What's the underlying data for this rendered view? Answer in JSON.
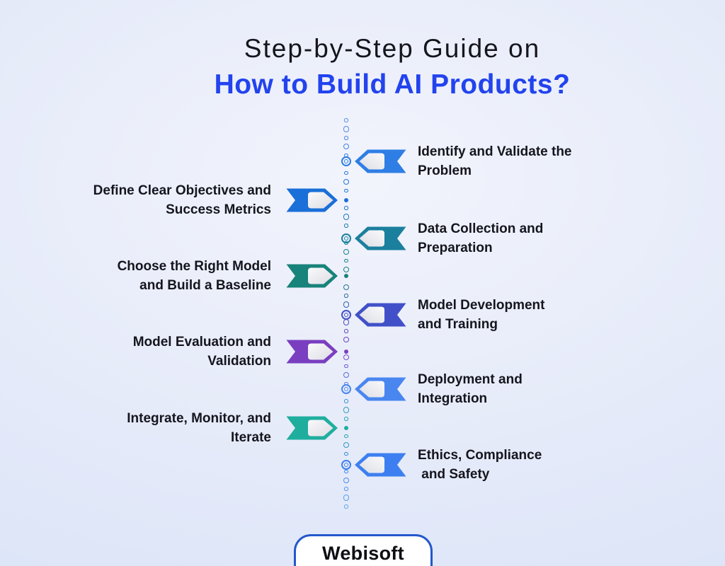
{
  "title": {
    "line1": "Step-by-Step Guide on",
    "line2": "How to Build AI Products?"
  },
  "brand": {
    "name": "Webisoft"
  },
  "theme": {
    "background_center": "#f2f4fc",
    "background_edge": "#d8e2f8",
    "title_color": "#15151c",
    "title_accent_color": "#2243ee",
    "text_color": "#15151e",
    "logo_border_color": "#2458cc",
    "timeline_start_color": "#5b8ee8",
    "timeline_end_color": "#62a9e8",
    "pennant_fill_light": "#fafafc",
    "pennant_fill_dark": "#dcdde4"
  },
  "steps": [
    {
      "side": "right",
      "color": "#2e7ee5",
      "lines": [
        "Identify and Validate the",
        "Problem"
      ]
    },
    {
      "side": "left",
      "color": "#1a6fd8",
      "lines": [
        "Define Clear Objectives and",
        "Success Metrics"
      ]
    },
    {
      "side": "right",
      "color": "#1b7f9e",
      "lines": [
        "Data Collection and",
        "Preparation"
      ]
    },
    {
      "side": "left",
      "color": "#17837a",
      "lines": [
        "Choose the Right Model",
        "and Build a Baseline"
      ]
    },
    {
      "side": "right",
      "color": "#4150c8",
      "lines": [
        "Model Development",
        "and Training"
      ]
    },
    {
      "side": "left",
      "color": "#7a3fc0",
      "lines": [
        "Model Evaluation and",
        "Validation"
      ]
    },
    {
      "side": "right",
      "color": "#4a86f0",
      "lines": [
        "Deployment and",
        "Integration"
      ]
    },
    {
      "side": "left",
      "color": "#1fae9e",
      "lines": [
        "Integrate, Monitor, and",
        "Iterate"
      ]
    },
    {
      "side": "right",
      "color": "#3d7ff0",
      "lines": [
        "Ethics, Compliance",
        " and Safety"
      ]
    }
  ]
}
